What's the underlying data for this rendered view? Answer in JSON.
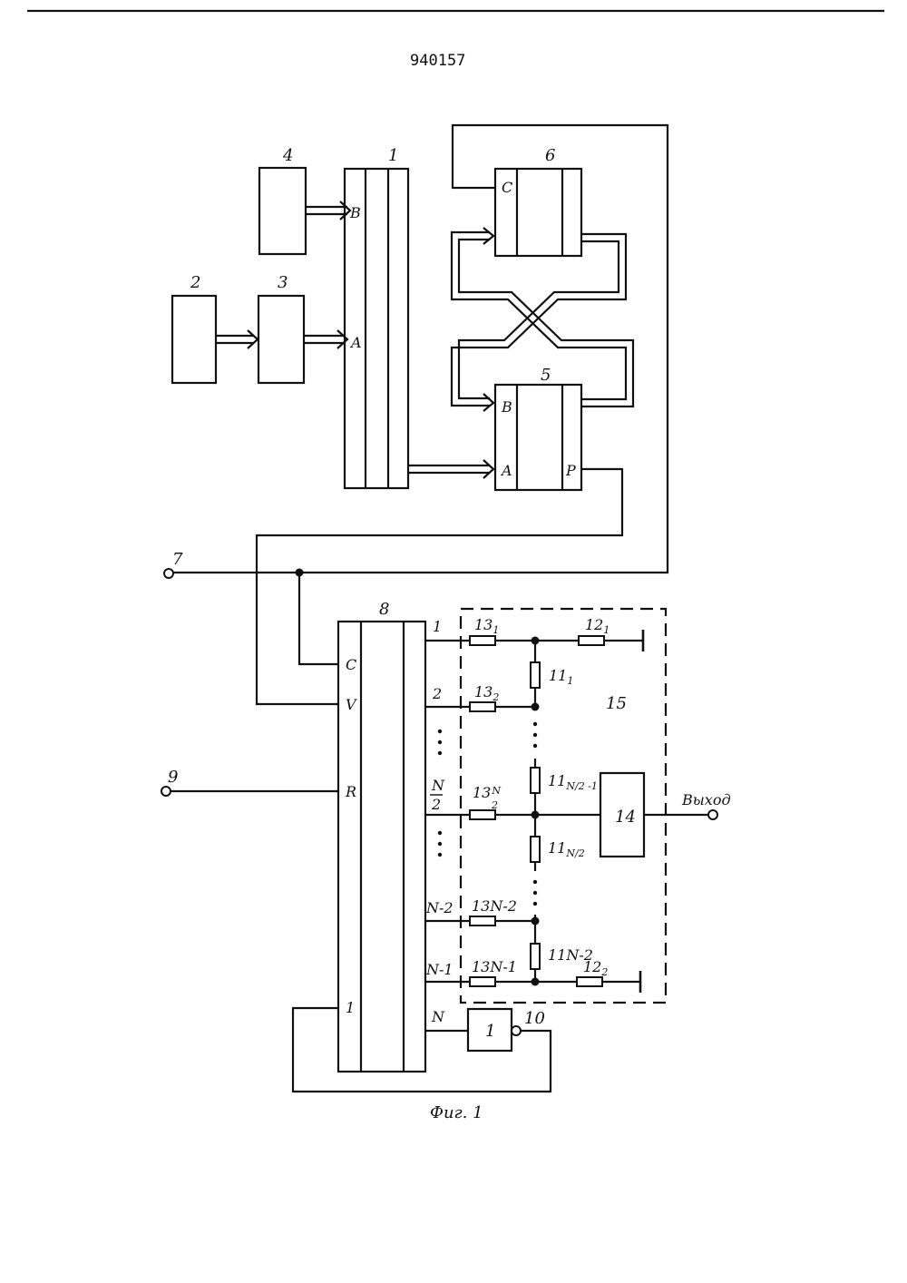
{
  "page_number": "940157",
  "figure_caption": "Фиг. 1",
  "output_label": "Выход",
  "blocks": {
    "b1": "1",
    "b2": "2",
    "b3": "3",
    "b4": "4",
    "b5": "5",
    "b6": "6",
    "b8": "8",
    "b10": "10",
    "b14": "14",
    "b15": "15",
    "inverter": "1"
  },
  "terminals": {
    "t7": "7",
    "t9": "9"
  },
  "ports": {
    "b1_B": "B",
    "b1_A": "A",
    "b6_C": "C",
    "b5_B": "B",
    "b5_A": "A",
    "b5_P": "P",
    "b8_C": "C",
    "b8_V": "V",
    "b8_R": "R",
    "b8_1": "1"
  },
  "outputs": {
    "o1": "1",
    "o2": "2",
    "oN2_num": "N",
    "oN2_den": "2",
    "oNm2": "N-2",
    "oNm1": "N-1",
    "oN": "N"
  },
  "resistors": {
    "r13_1": "13",
    "r13_1_sub": "1",
    "r13_2": "13",
    "r13_2_sub": "2",
    "r13_n2": "13",
    "r13_n2_num": "N",
    "r13_n2_den": "2",
    "r13_nm2": "13N-2",
    "r13_nm1": "13N-1",
    "r12_1": "12",
    "r12_1_sub": "1",
    "r12_2": "12",
    "r12_2_sub": "2",
    "r11_1": "11",
    "r11_1_sub": "1",
    "r11_a": "11",
    "r11_a_sub": "N/2 -1",
    "r11_b": "11",
    "r11_b_sub": "N/2",
    "r11_nm2": "11N-2"
  }
}
